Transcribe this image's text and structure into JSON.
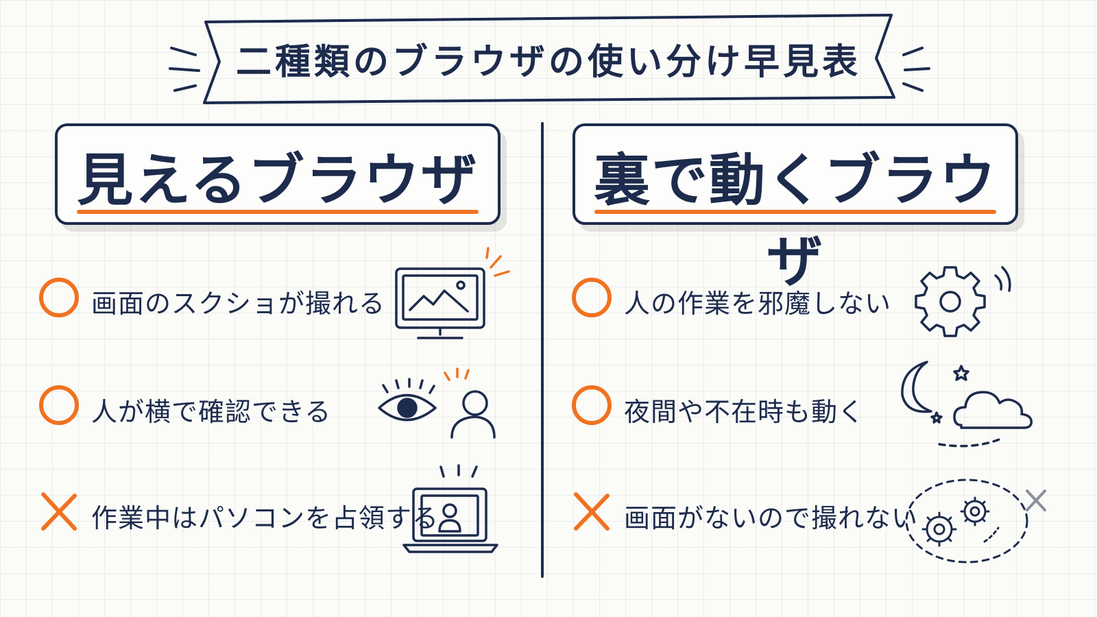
{
  "title": "二種類のブラウザの使い分け早見表",
  "colors": {
    "ink": "#1d2b4c",
    "accent": "#f07220",
    "paper": "#fbfbf8"
  },
  "left": {
    "header": "見えるブラウザ",
    "items": [
      {
        "mark": "circle",
        "text": "画面のスクショが撮れる",
        "icon": "monitor-icon"
      },
      {
        "mark": "circle",
        "text": "人が横で確認できる",
        "icon": "eye-person-icon"
      },
      {
        "mark": "cross",
        "text": "作業中はパソコンを占領する",
        "icon": "laptop-user-icon"
      }
    ]
  },
  "right": {
    "header": "裏で動くブラウザ",
    "items": [
      {
        "mark": "circle",
        "text": "人の作業を邪魔しない",
        "icon": "gear-icon"
      },
      {
        "mark": "circle",
        "text": "夜間や不在時も動く",
        "icon": "moon-cloud-icon"
      },
      {
        "mark": "cross",
        "text": "画面がないので撮れない",
        "icon": "hidden-gears-icon"
      }
    ]
  }
}
